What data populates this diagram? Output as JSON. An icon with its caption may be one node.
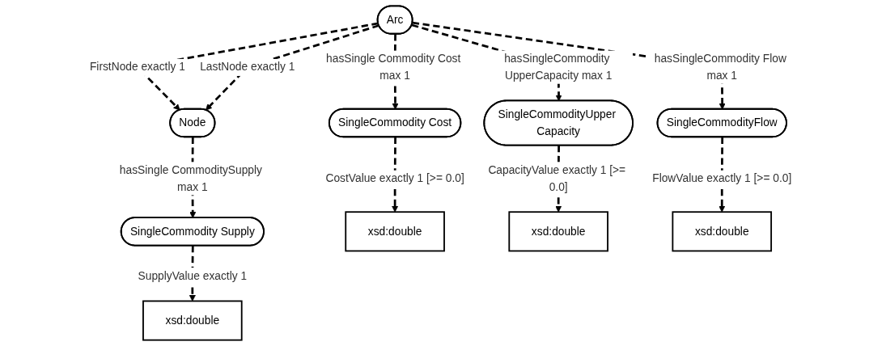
{
  "diagram": {
    "nodes": [
      {
        "text": [
          "Arc"
        ]
      },
      {
        "text": [
          "Node"
        ]
      },
      {
        "text": [
          "SingleCommodityFlow"
        ]
      },
      {
        "text": [
          "SingleCommodityUpper Capacity"
        ]
      },
      {
        "text": [
          "SingleCommodity Supply"
        ]
      },
      {
        "text": [
          "SingleCommodity Cost"
        ]
      },
      {
        "text": [
          "xsd:double"
        ]
      },
      {
        "text": [
          "xsd:double"
        ]
      },
      {
        "text": [
          "xsd:double"
        ]
      },
      {
        "text": [
          "xsd:double"
        ]
      }
    ],
    "edges": [
      {
        "from": 0,
        "to": 1,
        "arrow": "to",
        "label": "FirstNode exactly 1",
        "style": "dashed"
      },
      {
        "from": 0,
        "to": 1,
        "arrow": "to",
        "label": "LastNode exactly 1",
        "style": "dashed"
      },
      {
        "from": 0,
        "to": 5,
        "arrow": "to",
        "label": "hasSingle Commodity Cost max 1",
        "style": "dashed"
      },
      {
        "from": 0,
        "to": 3,
        "arrow": "to",
        "label": "hasSingleCommodity UpperCapacity max 1",
        "style": "dashed"
      },
      {
        "from": 0,
        "to": 2,
        "arrow": "to",
        "label": "hasSingleCommodity Flow max 1",
        "style": "dashed"
      },
      {
        "from": 1,
        "to": 4,
        "arrow": "to",
        "label": "hasSingle CommoditySupply max 1",
        "style": "dashed"
      },
      {
        "from": 4,
        "to": 6,
        "arrow": "to",
        "label": "SupplyValue exactly 1",
        "style": "dashed"
      },
      {
        "from": 5,
        "to": 7,
        "arrow": "to",
        "label": "CostValue exactly 1 [>= 0.0]",
        "style": "dashed"
      },
      {
        "from": 3,
        "to": 8,
        "arrow": "to",
        "label": "CapacityValue exactly 1 [>= 0.0]",
        "style": "dashed"
      },
      {
        "from": 2,
        "to": 9,
        "arrow": "to",
        "label": "FlowValue exactly 1 [>= 0.0]",
        "style": "dashed"
      }
    ]
  }
}
